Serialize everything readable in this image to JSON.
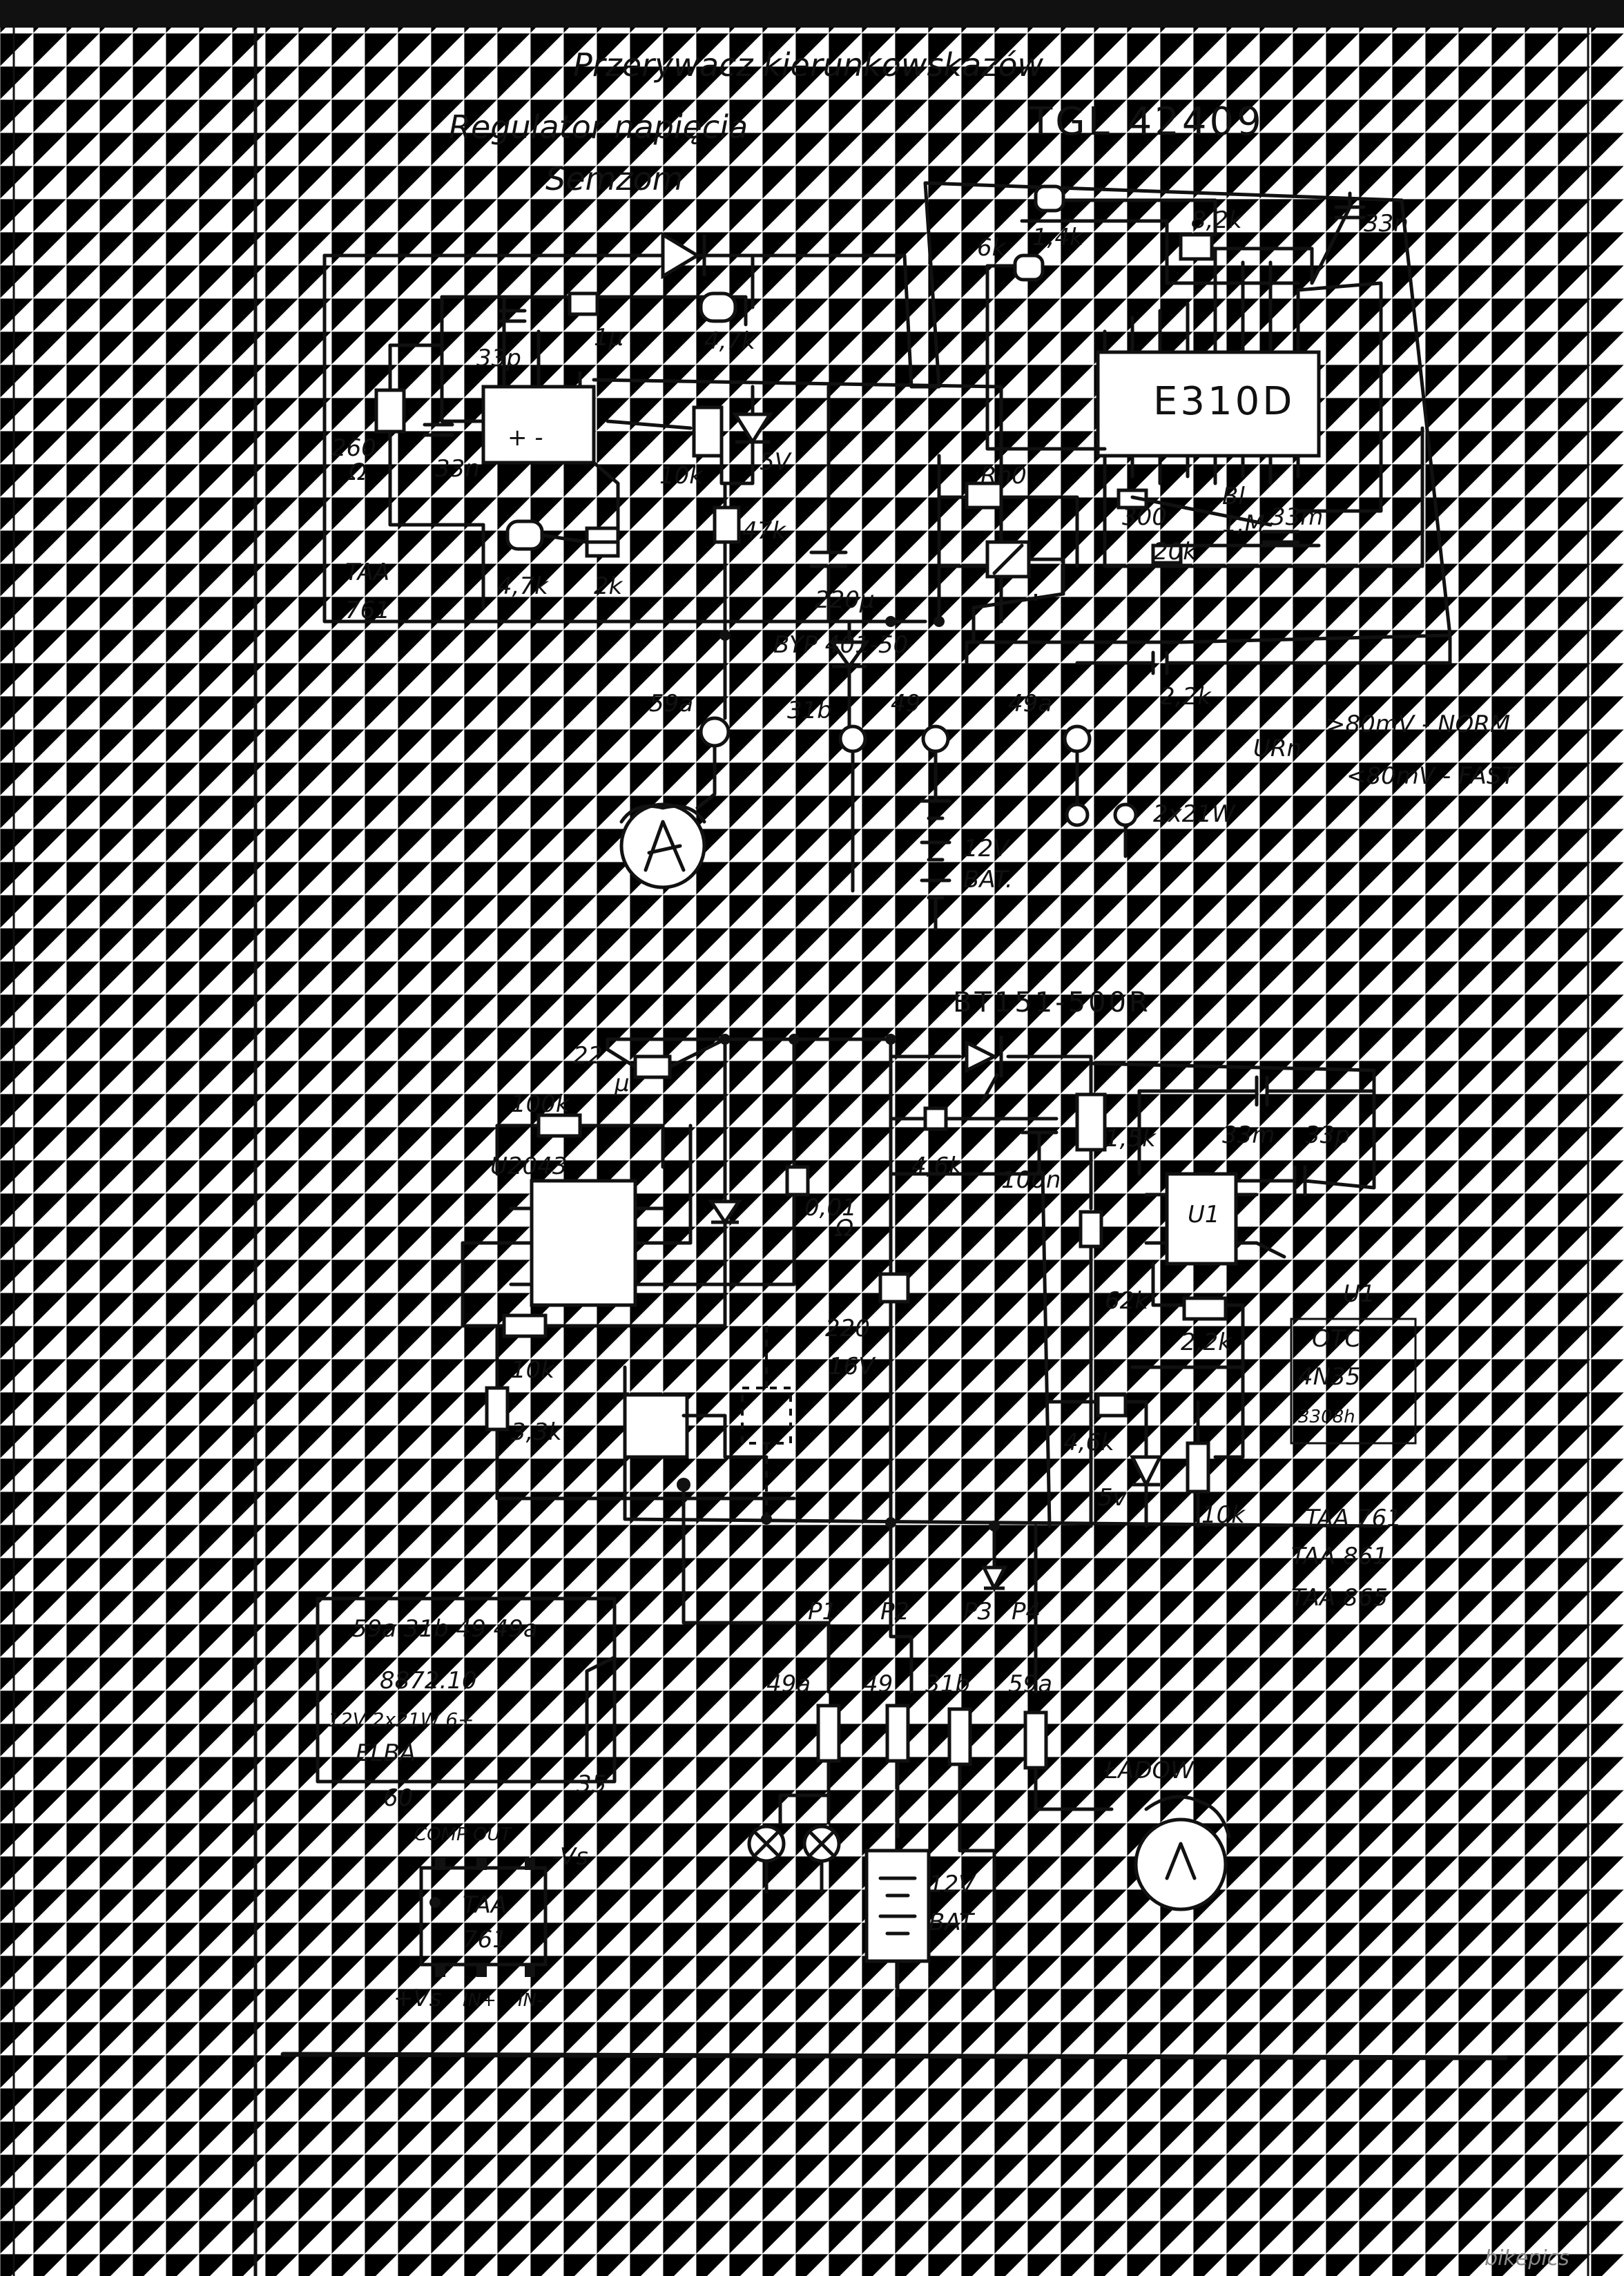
{
  "notes": {
    "title_line1": "Przerywacz kierunkowskazów",
    "title_line2": "Regulator napięcia",
    "title_line3": "Semzom",
    "tgl": "TGL 42409"
  },
  "top_circuit": {
    "ic_main": "E310D",
    "ic_label_line1": "TAA",
    "ic_label_line2": "761",
    "labels": {
      "r_260": "260",
      "r_260_unit": "Ω",
      "c_33p": "33p",
      "c_33n": "33n",
      "c_1u": "1µ",
      "r_4k7_a": "4,7k",
      "r_4k7_b": "4,7k",
      "r_2k": "2k",
      "pot_10k": "10k",
      "r_47k": "47k",
      "zener_5v": "5V",
      "c_220u": "220µ",
      "diode": "BYP 401-50",
      "r_8k2": "8,2k",
      "r_1k4": "1,4k",
      "r_6k": "6k",
      "c_33n_top": "33n",
      "r_no": "Rn0",
      "r_300": "300",
      "r_1m": "1,M",
      "c_33m": "33m",
      "r_bl": "Bl",
      "r_20k": "20k",
      "c_2n2": "2,2k",
      "term_59a": "59a",
      "term_31b": "31b",
      "term_49": "49",
      "term_49a": "49a",
      "bat": "12V",
      "bat2": "BAT.",
      "lamps": "2x21W"
    },
    "urn": {
      "sym": "URn",
      "line1": ">80mV - NORM",
      "line2": "<80mV - FAST"
    }
  },
  "bottom_circuit": {
    "thyristor": "BT151-500R",
    "ic_u2043": "U2043",
    "ic_u1": "U1",
    "labels": {
      "c_22": "22",
      "c_22_unit": "µ",
      "r_100k": "100k",
      "r_10k": "10k",
      "r_3k3": "3,3k",
      "r_001": "0,01",
      "r_001_unit": "Ω",
      "c_220": "220",
      "c_220_v": "16V",
      "r_4k6_a": "4,6k",
      "c_100n": "100n",
      "r_15k": "1,5k",
      "c_33m": "33m",
      "c_33p": "33p",
      "r_62k": "62k",
      "r_2k2": "2,2k",
      "r_4k6_b": "4,6k",
      "z_5v": "5v",
      "pot_10k": "10k",
      "p1": "P1",
      "p2": "P2",
      "p3": "P3",
      "p4": "P4",
      "t_49a": "49a",
      "t_49": "49",
      "t_31b": "31b",
      "t_59a": "59a",
      "bat": "12V",
      "bat2": "BAT",
      "ladow": "ŁADOW"
    },
    "u1_box": [
      "U1",
      "OTC",
      "4N35",
      "3308h"
    ],
    "alt_list": [
      "TAA 761",
      "TAA 861",
      "TAA 865"
    ]
  },
  "info_box": {
    "row1": "59a 31b 49 49a",
    "row2": "8872.10",
    "row3": "12V 2x21W 6+",
    "row4": "ELBA",
    "side": "35",
    "under": "60"
  },
  "pinout": {
    "top": "COMP OUT",
    "vs": "-Vs",
    "name1": "TAA",
    "name2": "761",
    "bot_vs": "+Vs",
    "in_plus": "IN+",
    "in_minus": "IN-"
  },
  "watermark": "bikepics"
}
